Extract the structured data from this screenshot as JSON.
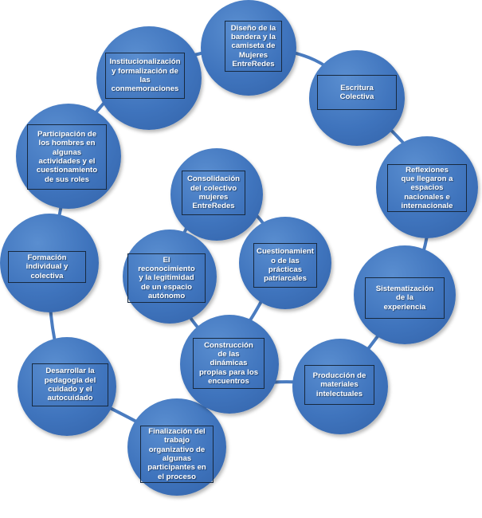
{
  "colors": {
    "node_fill": "#3f74bd",
    "edge": "#4a7cc0",
    "box_border": "#17293f",
    "text": "#ffffff"
  },
  "outer_cycle": [
    "Diseño de la\nbandera y la\ncamiseta de\nMujeres\nEntreRedes",
    "Escritura\nColectiva",
    "Reflexiones\nque llegaron a\nespacios\nnacionales e\ninternacionale",
    "Sistematización\nde la\nexperiencia",
    "Producción de\nmateriales\nintelectuales",
    "Finalización del\ntrabajo\norganizativo de\nalgunas\nparticipantes en\nel proceso",
    "Desarrollar la\npedagogía del\ncuidado y el\nautocuidado",
    "Formación\nindividual y\ncolectiva",
    "Participación de\nlos hombres en\nalgunas\nactividades y el\ncuestionamiento\nde sus roles",
    "Institucionalización\ny formalización de\nlas\nconmemoraciones"
  ],
  "inner_cycle": [
    "Consolidación\ndel colectivo\nmujeres\nEntreRedes",
    "Cuestionamient\no de las\nprácticas\npatriarcales",
    "Construcción\nde las\ndinámicas\npropias para los\nencuentros",
    "El\nreconocimiento\ny la legitimidad\nde un espacio\nautónomo"
  ]
}
